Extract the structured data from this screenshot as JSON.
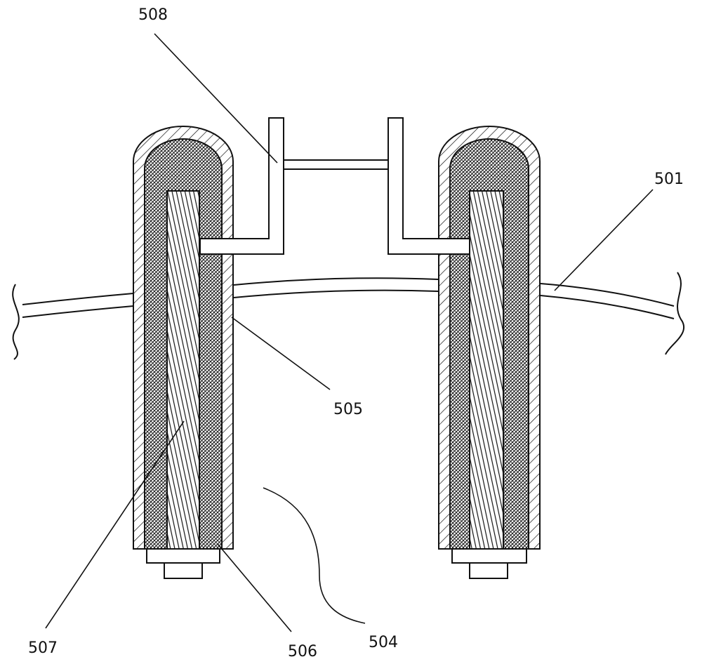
{
  "labels": {
    "l501": "501",
    "l504": "504",
    "l505": "505",
    "l506": "506",
    "l507": "507",
    "l508": "508"
  }
}
